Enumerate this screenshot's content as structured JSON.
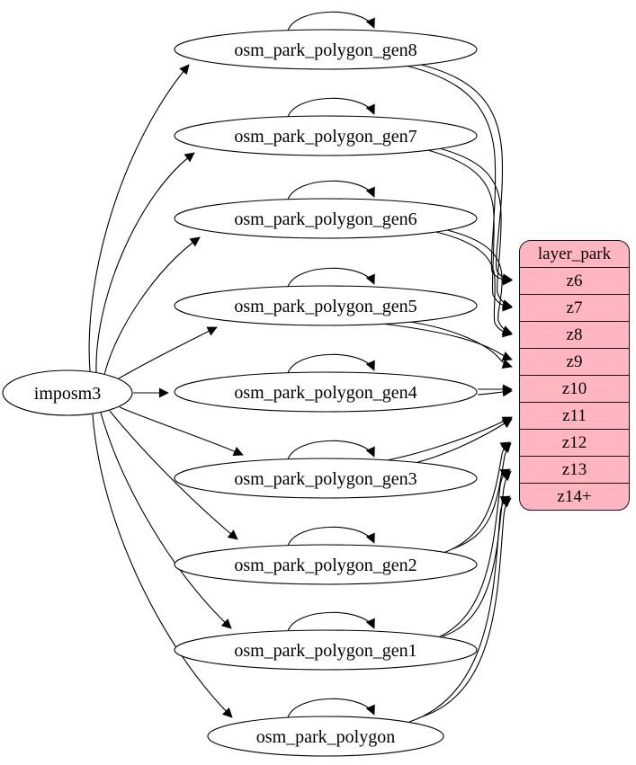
{
  "source_node": {
    "label": "imposm3"
  },
  "table_nodes": [
    {
      "label": "osm_park_polygon_gen8",
      "maps_to_zoom": "z6"
    },
    {
      "label": "osm_park_polygon_gen7",
      "maps_to_zoom": "z7"
    },
    {
      "label": "osm_park_polygon_gen6",
      "maps_to_zoom": "z8"
    },
    {
      "label": "osm_park_polygon_gen5",
      "maps_to_zoom": "z9"
    },
    {
      "label": "osm_park_polygon_gen4",
      "maps_to_zoom": "z10"
    },
    {
      "label": "osm_park_polygon_gen3",
      "maps_to_zoom": "z11"
    },
    {
      "label": "osm_park_polygon_gen2",
      "maps_to_zoom": "z12"
    },
    {
      "label": "osm_park_polygon_gen1",
      "maps_to_zoom": "z13"
    },
    {
      "label": "osm_park_polygon",
      "maps_to_zoom": "z14+"
    }
  ],
  "layer_node": {
    "title": "layer_park",
    "rows": [
      "z6",
      "z7",
      "z8",
      "z9",
      "z10",
      "z11",
      "z12",
      "z13",
      "z14+"
    ]
  },
  "colors": {
    "layer_fill": "#ffb6c1",
    "node_fill": "#ffffff",
    "edge": "#000000",
    "stroke": "#000000"
  }
}
